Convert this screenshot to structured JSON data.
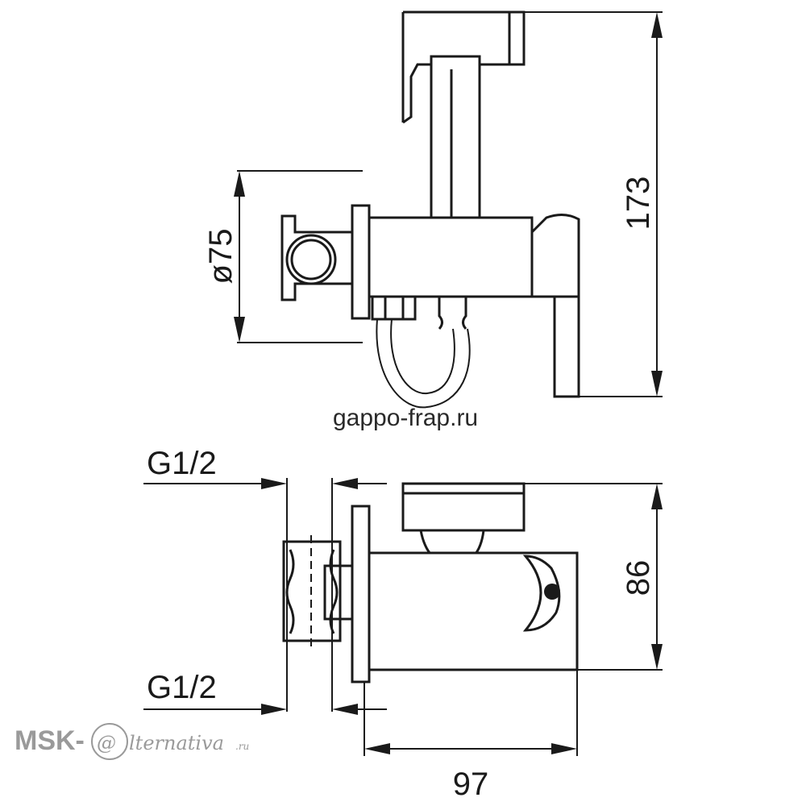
{
  "dimensions": {
    "height_top": "173",
    "diameter": "ø75",
    "height_bottom": "86",
    "width_bottom": "97",
    "thread_top": "G1/2",
    "thread_bottom": "G1/2"
  },
  "watermark": {
    "site": "gappo-frap.ru"
  },
  "logo": {
    "prefix": "MSK-",
    "at": "@",
    "word": "lternativa",
    "suffix": ".ru"
  }
}
